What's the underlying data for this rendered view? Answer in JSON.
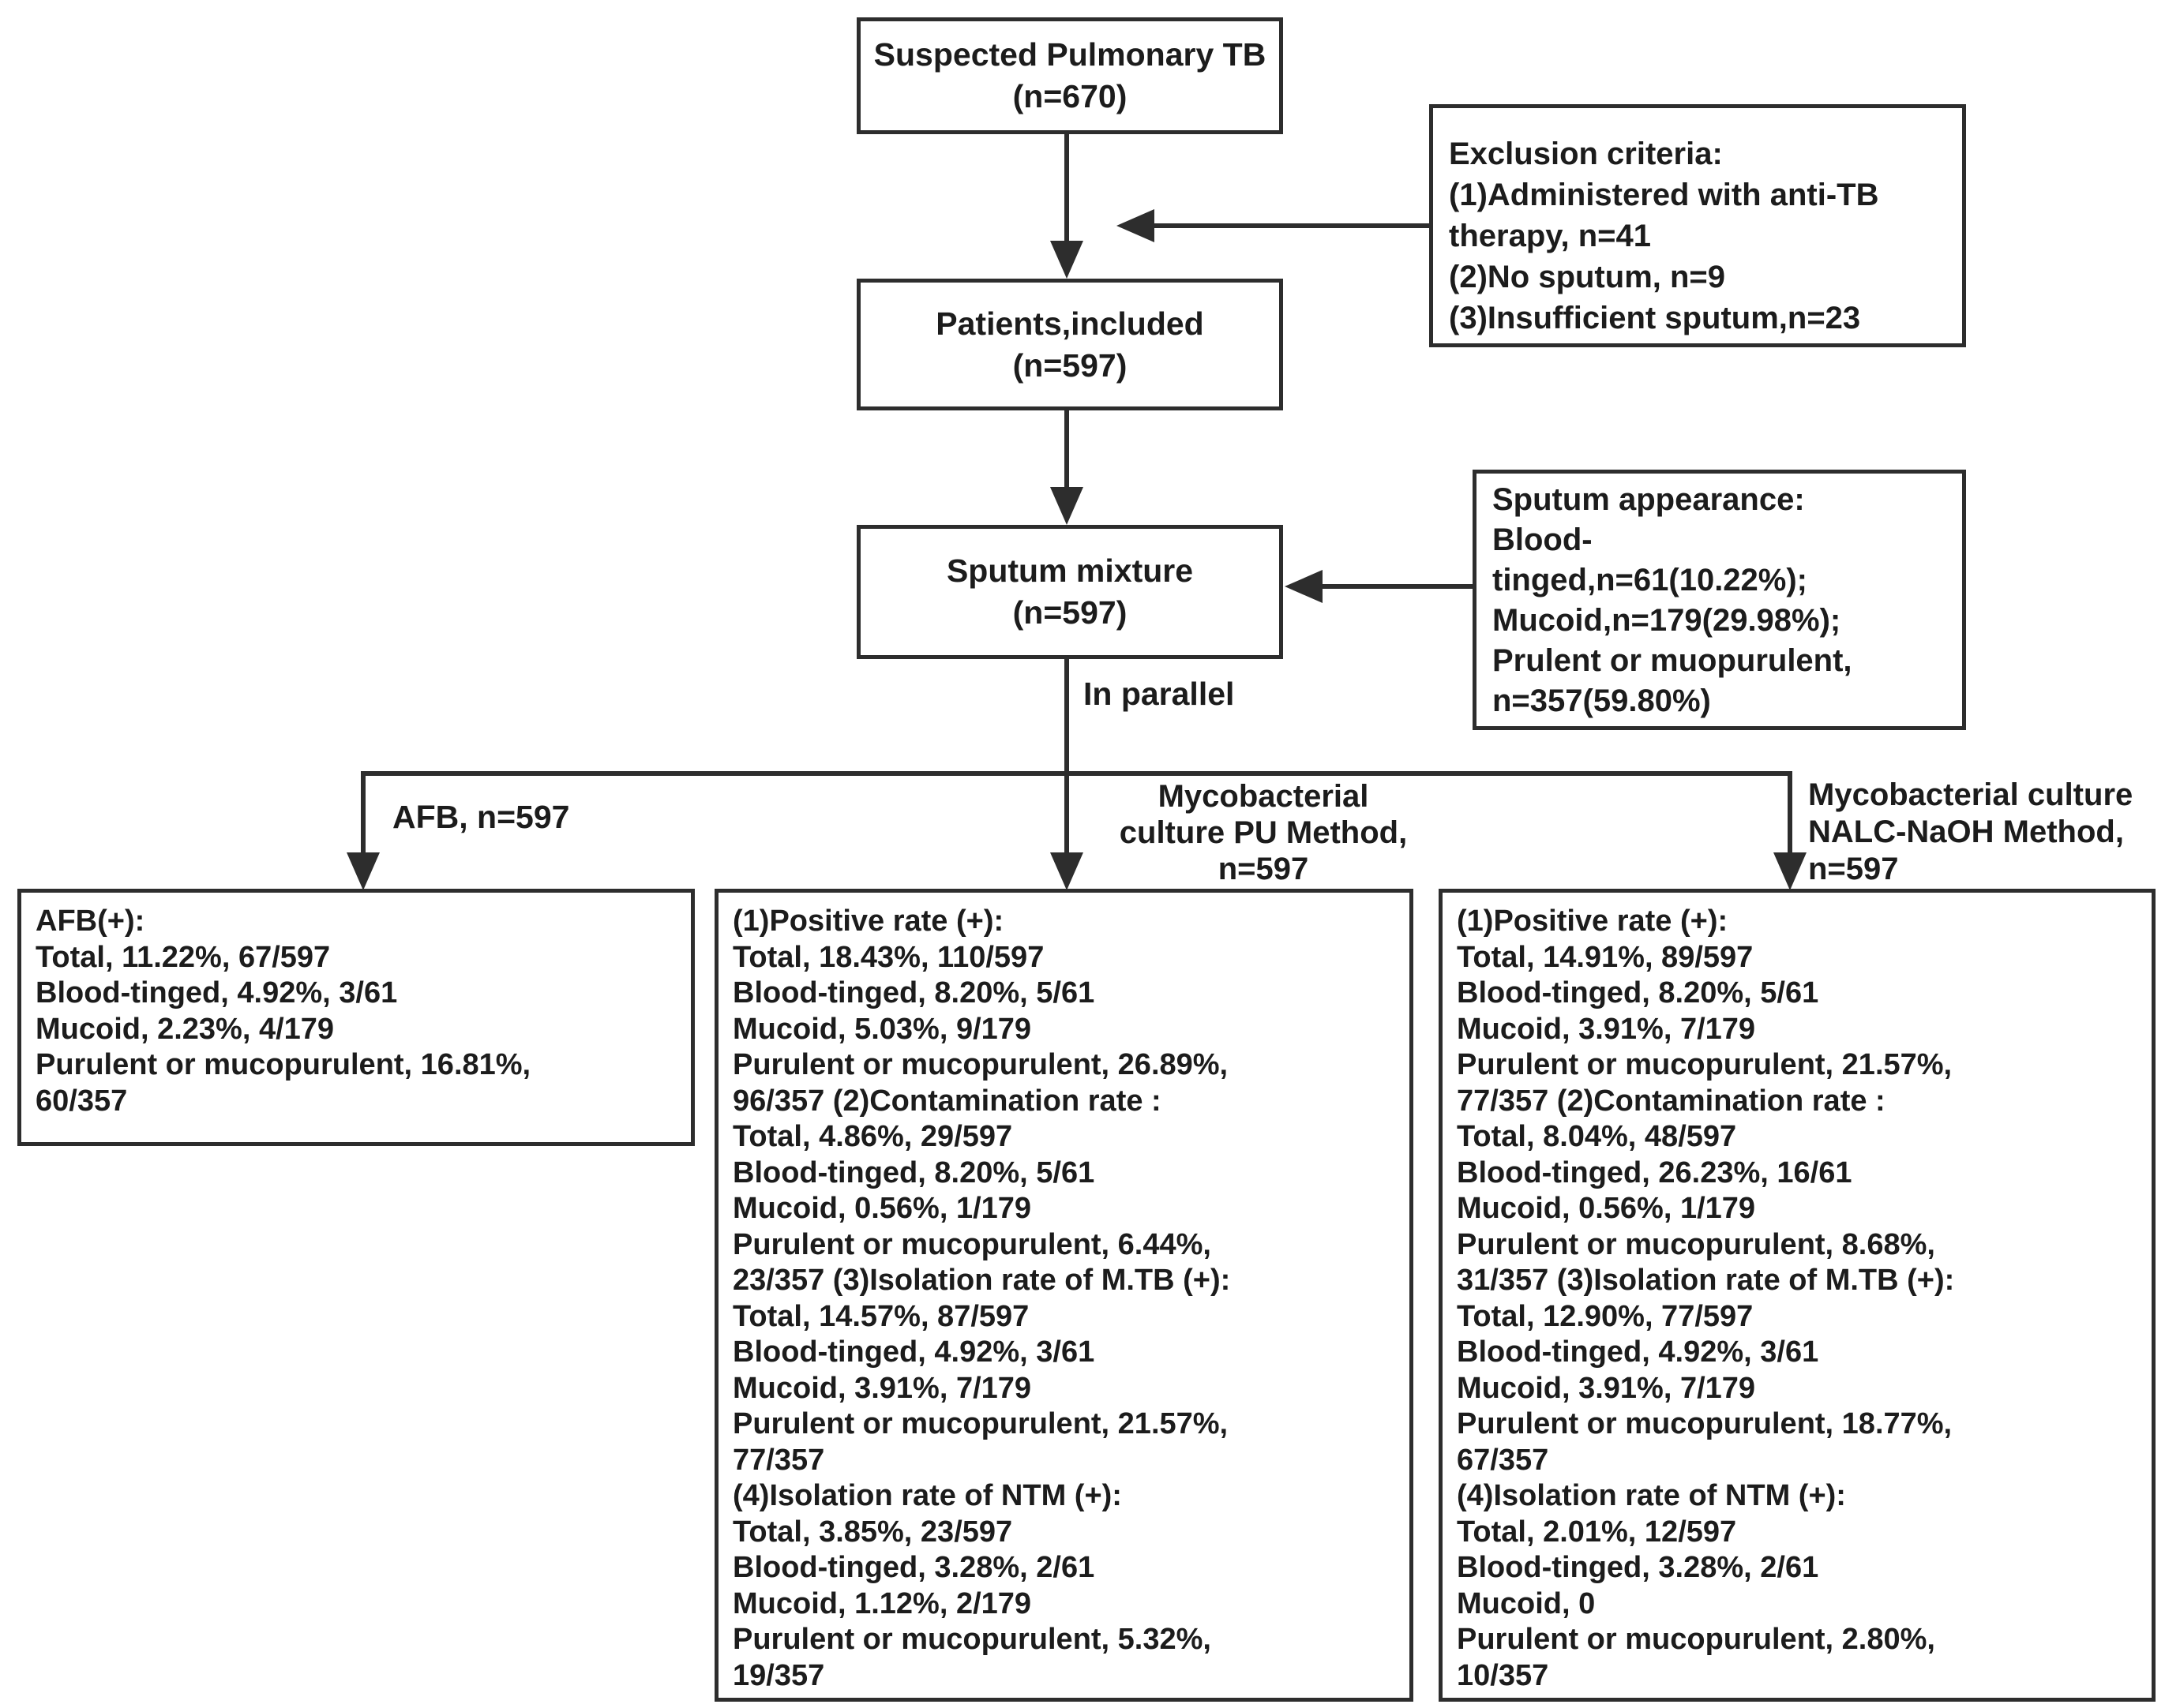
{
  "colors": {
    "line": "#2d2d2d",
    "text": "#1c1c1c",
    "background": "#ffffff"
  },
  "flow": {
    "suspected": "Suspected Pulmonary TB\n(n=670)",
    "exclusion": "Exclusion criteria:\n(1)Administered with anti-TB\ntherapy, n=41\n(2)No sputum, n=9\n(3)Insufficient sputum,n=23",
    "included": "Patients,included\n(n=597)",
    "mixture": "Sputum mixture\n(n=597)",
    "appearance": "Sputum appearance:\nBlood-\ntinged,n=61(10.22%);\nMucoid,n=179(29.98%);\nPrulent or muopurulent,\nn=357(59.80%)",
    "in_parallel": "In parallel",
    "afb_branch": "AFB, n=597",
    "pu_branch": "Mycobacterial\nculture PU Method,\nn=597",
    "nalc_branch": "Mycobacterial culture\nNALC-NaOH Method,\nn=597",
    "afb_result": "AFB(+):\nTotal, 11.22%, 67/597\nBlood-tinged, 4.92%, 3/61\nMucoid, 2.23%, 4/179\nPurulent or mucopurulent, 16.81%,\n60/357",
    "pu_result": "(1)Positive rate (+):\nTotal, 18.43%, 110/597\nBlood-tinged, 8.20%, 5/61\nMucoid, 5.03%, 9/179\nPurulent or mucopurulent, 26.89%,\n96/357 (2)Contamination rate :\nTotal, 4.86%, 29/597\nBlood-tinged, 8.20%, 5/61\nMucoid, 0.56%, 1/179\nPurulent or mucopurulent, 6.44%,\n23/357 (3)Isolation rate of M.TB (+):\nTotal, 14.57%, 87/597\nBlood-tinged, 4.92%, 3/61\nMucoid, 3.91%, 7/179\nPurulent or mucopurulent, 21.57%,\n77/357\n(4)Isolation rate of NTM (+):\nTotal, 3.85%, 23/597\nBlood-tinged, 3.28%, 2/61\nMucoid, 1.12%, 2/179\nPurulent or mucopurulent, 5.32%,\n19/357",
    "nalc_result": "(1)Positive rate (+):\nTotal, 14.91%, 89/597\nBlood-tinged, 8.20%, 5/61\nMucoid, 3.91%, 7/179\nPurulent or mucopurulent, 21.57%,\n77/357 (2)Contamination rate :\nTotal, 8.04%, 48/597\nBlood-tinged, 26.23%, 16/61\nMucoid, 0.56%, 1/179\nPurulent or mucopurulent, 8.68%,\n31/357 (3)Isolation rate of M.TB (+):\nTotal, 12.90%, 77/597\nBlood-tinged, 4.92%, 3/61\nMucoid, 3.91%, 7/179\nPurulent or mucopurulent, 18.77%,\n67/357\n(4)Isolation rate of NTM (+):\nTotal, 2.01%, 12/597\nBlood-tinged, 3.28%, 2/61\nMucoid, 0\nPurulent or mucopurulent, 2.80%,\n10/357"
  }
}
